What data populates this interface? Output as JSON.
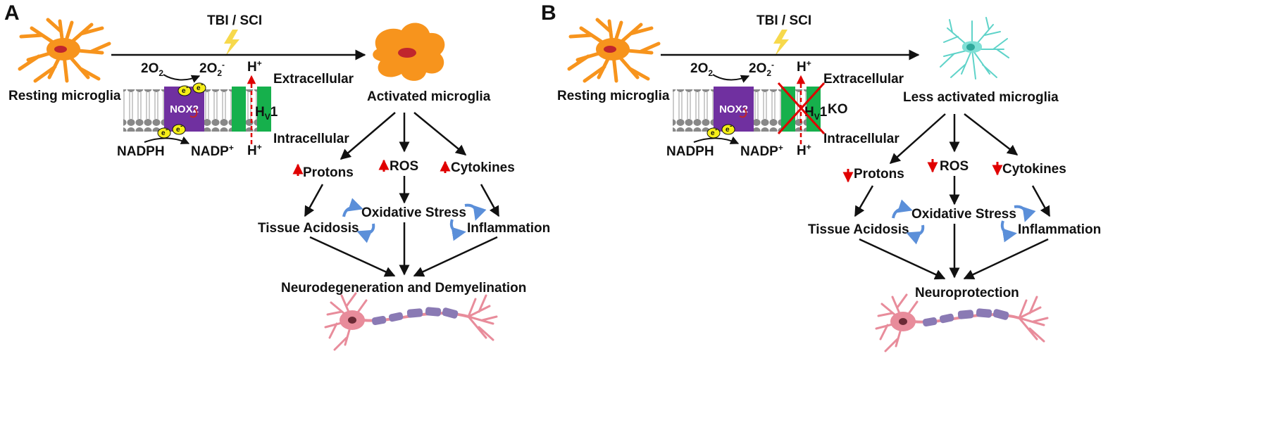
{
  "panel_a": {
    "letter": "A",
    "trigger": "TBI / SCI",
    "resting": "Resting microglia",
    "activated": "Activated microglia",
    "extracellular": "Extracellular",
    "intracellular": "Intracellular",
    "nox2": "NOX2",
    "o2_base": "2O",
    "o2_sub": "2",
    "o2r_base": "2O",
    "o2r_sub": "2",
    "o2r_sup": "-",
    "e_label": "e",
    "e_sup": "-",
    "nadph": "NADPH",
    "nadp_base": "NADP",
    "nadp_sup": "+",
    "h_base": "H",
    "h_sup": "+",
    "hv_base": "H",
    "hv_sub": "V",
    "hv_num": "1",
    "protons": "Protons",
    "ros": "ROS",
    "cytokines": "Cytokines",
    "oxidative": "Oxidative Stress",
    "acidosis": "Tissue Acidosis",
    "inflammation": "Inflammation",
    "outcome": "Neurodegeneration and Demyelination"
  },
  "panel_b": {
    "letter": "B",
    "trigger": "TBI / SCI",
    "resting": "Resting microglia",
    "activated": "Less activated microglia",
    "extracellular": "Extracellular",
    "intracellular": "Intracellular",
    "nox2": "NOX2",
    "o2_base": "2O",
    "o2_sub": "2",
    "o2r_base": "2O",
    "o2r_sub": "2",
    "o2r_sup": "-",
    "e_label": "e",
    "e_sup": "-",
    "nadph": "NADPH",
    "nadp_base": "NADP",
    "nadp_sup": "+",
    "h_base": "H",
    "h_sup": "+",
    "hv_base": "H",
    "hv_sub": "V",
    "hv_num": "1",
    "ko": "KO",
    "protons": "Protons",
    "ros": "ROS",
    "cytokines": "Cytokines",
    "oxidative": "Oxidative Stress",
    "acidosis": "Tissue Acidosis",
    "inflammation": "Inflammation",
    "outcome": "Neuroprotection"
  },
  "colors": {
    "microglia_orange": "#f7941d",
    "microglia_cyan": "#5fd3c9",
    "nox2_purple": "#7030a0",
    "channel_green": "#16b04c",
    "increase_red": "#e00000",
    "cycle_blue": "#5b8fd9",
    "neuron_pink": "#e88c9b",
    "myelin_purple": "#8a7ab4",
    "electron_yellow": "#f5ee18",
    "lightning_yellow": "#f7d94c"
  },
  "icons": {
    "trigger": "lightning-bolt-icon",
    "increase": "red-up-arrow-icon",
    "decrease": "red-down-arrow-icon",
    "cycle": "circular-arrow-icon",
    "knockout": "red-x-icon"
  }
}
